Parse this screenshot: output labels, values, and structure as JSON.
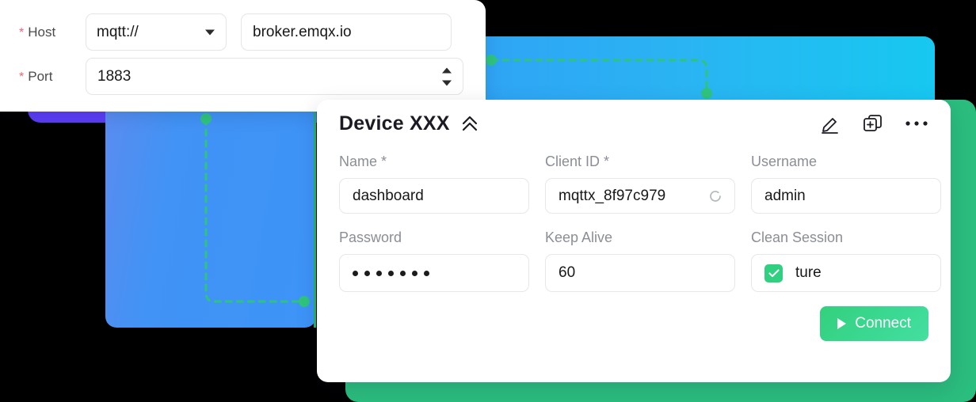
{
  "broker_panel": {
    "host": {
      "required_mark": "*",
      "label": "Host",
      "scheme_value": "mqtt://",
      "scheme_icon": "chevron-down-icon",
      "address_value": "broker.emqx.io"
    },
    "port": {
      "required_mark": "*",
      "label": "Port",
      "value": "1883",
      "stepper_up_icon": "caret-up-icon",
      "stepper_down_icon": "caret-down-icon"
    }
  },
  "device_panel": {
    "title": "Device XXX",
    "collapse_icon": "double-chevron-up-icon",
    "actions": [
      {
        "icon": "pencil-edit-icon",
        "name": "edit"
      },
      {
        "icon": "duplicate-add-icon",
        "name": "duplicate"
      },
      {
        "icon": "ellipsis-more-icon",
        "name": "more"
      }
    ],
    "fields": {
      "name": {
        "label": "Name *",
        "value": "dashboard"
      },
      "client_id": {
        "label": "Client ID *",
        "value": "mqttx_8f97c979",
        "icon": "refresh-icon"
      },
      "username": {
        "label": "Username",
        "value": "admin"
      },
      "password": {
        "label": "Password",
        "value": "•••••••",
        "dots": 7,
        "masked": true
      },
      "keep_alive": {
        "label": "Keep Alive",
        "value": "60"
      },
      "clean_session": {
        "label": "Clean Session",
        "value": "ture",
        "checked": true,
        "check_icon": "checkmark-icon"
      }
    },
    "connect_button": {
      "label": "Connect",
      "icon": "play-triangle-icon"
    }
  },
  "colors": {
    "accent_purple": "#5b3df5",
    "accent_blue": "#3d94f7",
    "accent_cyan": "#17c8f0",
    "accent_green": "#2bbd7e",
    "success_green": "#34d07e",
    "required_red": "#f5616f",
    "label_grey": "#8a8f96",
    "connector_green": "#2fc47e"
  }
}
